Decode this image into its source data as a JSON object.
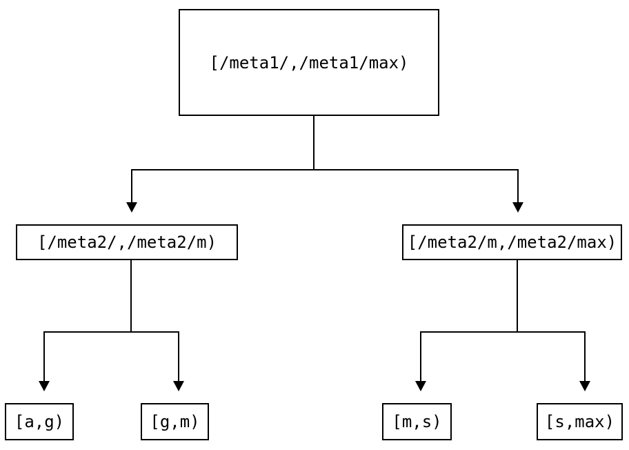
{
  "diagram": {
    "type": "tree",
    "colors": {
      "background": "#ffffff",
      "line": "#000000",
      "text": "#000000",
      "node_fill": "#ffffff",
      "node_border": "#000000"
    },
    "nodes": {
      "root": {
        "label": "[/meta1/,/meta1/max)"
      },
      "meta2_low": {
        "label": "[/meta2/,/meta2/m)"
      },
      "meta2_high": {
        "label": "[/meta2/m,/meta2/max)"
      },
      "leaf_ag": {
        "label": "[a,g)"
      },
      "leaf_gm": {
        "label": "[g,m)"
      },
      "leaf_ms": {
        "label": "[m,s)"
      },
      "leaf_smax": {
        "label": "[s,max)"
      }
    },
    "edges": [
      {
        "from": "root",
        "to": "meta2_low"
      },
      {
        "from": "root",
        "to": "meta2_high"
      },
      {
        "from": "meta2_low",
        "to": "leaf_ag"
      },
      {
        "from": "meta2_low",
        "to": "leaf_gm"
      },
      {
        "from": "meta2_high",
        "to": "leaf_ms"
      },
      {
        "from": "meta2_high",
        "to": "leaf_smax"
      }
    ]
  }
}
